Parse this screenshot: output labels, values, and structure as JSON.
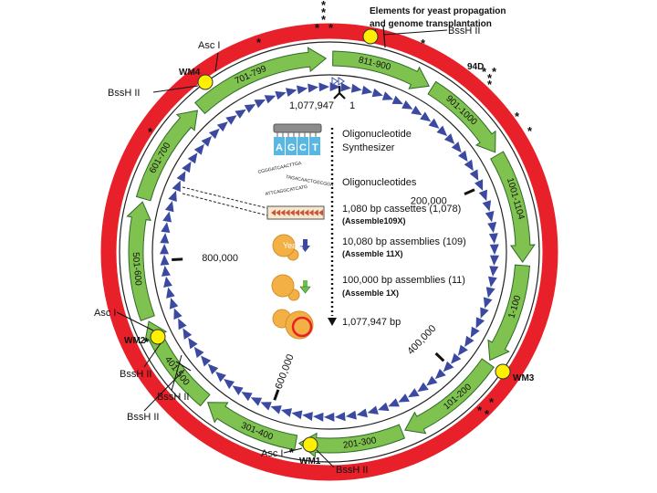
{
  "header": {
    "line1": "Elements for yeast propagation",
    "line2": "and genome transplantation",
    "bssh_top": "BssH II"
  },
  "origin": {
    "position": "1,077,947",
    "start": "1"
  },
  "colors": {
    "outer_ring": "#e8202a",
    "arrow_fill": "#7fc24f",
    "arrow_stroke": "#2f6a2a",
    "inner_arrow": "#3b4aa0",
    "marker": "#ffef00",
    "yeast": "#f3b045"
  },
  "segments": [
    "1-100",
    "101-200",
    "201-300",
    "301-400",
    "401-500",
    "501-600",
    "601-700",
    "701-799",
    "811-900",
    "901-1000",
    "1001-1104"
  ],
  "coordinates": [
    {
      "label": "200,000",
      "value": 200000
    },
    {
      "label": "400,000",
      "value": 400000
    },
    {
      "label": "600,000",
      "value": 600000
    },
    {
      "label": "800,000",
      "value": 800000
    }
  ],
  "markers": [
    {
      "name": "WM4",
      "asc": "Asc I",
      "bssh": "BssH II"
    },
    {
      "name": "94D"
    },
    {
      "name": "WM3"
    },
    {
      "name": "WM2",
      "asc": "Asc I",
      "bssh": "BssH II"
    },
    {
      "name": "WM1",
      "asc": "Asc I",
      "bssh": "BssH II"
    }
  ],
  "extra_bssh": [
    "BssH II",
    "BssH II"
  ],
  "stars": "*",
  "steps": {
    "synth_title_1": "Oligonucleotide",
    "synth_title_2": "Synthesizer",
    "bases": [
      "A",
      "G",
      "C",
      "T"
    ],
    "oligo_title": "Oligonucleotides",
    "oligo_seqs": [
      "CGGGATCAACTTGA",
      "TAGACAACTGGCGGA",
      "ATTCAGGCATCATG"
    ],
    "cassette_title": "1,080 bp cassettes (1,078)",
    "cassette_sub": "(Assemble109X)",
    "asm10k_title": "10,080 bp assemblies (109)",
    "asm10k_sub": "(Assemble 11X)",
    "yeast_label": "Yeast",
    "asm100k_title": "100,000 bp assemblies (11)",
    "asm100k_sub": "(Assemble 1X)",
    "final_title": "1,077,947 bp"
  }
}
